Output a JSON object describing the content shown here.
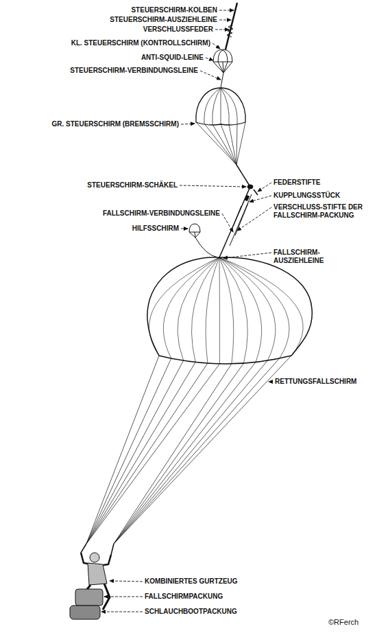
{
  "diagram": {
    "labels": [
      "STEUERSCHIRM-KOLBEN",
      "STEUERSCHIRM-AUSZIEHLEINE",
      "VERSCHLUSSFEDER",
      "KL. STEUERSCHIRM (KONTROLLSCHIRM)",
      "ANTI-SQUID-LEINE",
      "STEUERSCHIRM-VERBINDUNGSLEINE",
      "GR. STEUERSCHIRM (BREMSSCHIRM)",
      "STEUERSCHIRM-SCHÄKEL",
      "FEDERSTIFTE",
      "KUPPLUNGSSTÜCK",
      "FALLSCHIRM-VERBINDUNGSLEINE",
      "VERSCHLUSS-STIFTE DER FALLSCHIRM-PACKUNG",
      "HILFSSCHIRM",
      "FALLSCHIRM-AUSZIEHLEINE",
      "RETTUNGSFALLSCHIRM",
      "KOMBINIERTES GURTZEUG",
      "FALLSCHIRMPACKUNG",
      "SCHLAUCHBOOTPACKUNG",
      "©RFerch"
    ]
  }
}
